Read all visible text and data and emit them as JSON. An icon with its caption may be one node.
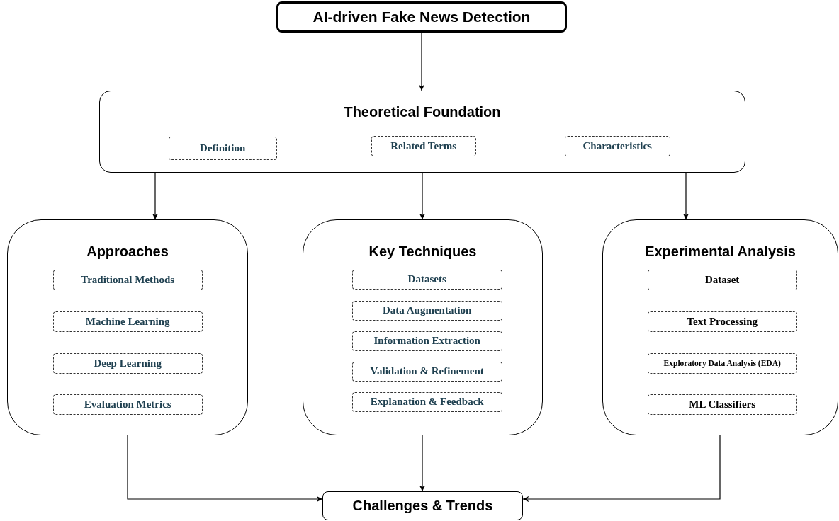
{
  "diagram": {
    "nodes": [
      {
        "text": [
          "AI-driven Fake News Detection"
        ]
      },
      {
        "text": [
          "Theoretical Foundation"
        ]
      },
      {
        "text": [
          "Definition"
        ],
        "in": 1
      },
      {
        "text": [
          "Related Terms"
        ],
        "in": 1
      },
      {
        "text": [
          "Characteristics"
        ],
        "in": 1
      },
      {
        "text": [
          "Approaches"
        ]
      },
      {
        "text": [
          "Traditional Methods"
        ],
        "in": 5
      },
      {
        "text": [
          "Machine Learning"
        ],
        "in": 5
      },
      {
        "text": [
          "Deep Learning"
        ],
        "in": 5
      },
      {
        "text": [
          "Evaluation Metrics"
        ],
        "in": 5
      },
      {
        "text": [
          "Key Techniques"
        ]
      },
      {
        "text": [
          "Datasets"
        ],
        "in": 10
      },
      {
        "text": [
          "Data Augmentation"
        ],
        "in": 10
      },
      {
        "text": [
          "Information Extraction"
        ],
        "in": 10
      },
      {
        "text": [
          "Validation & Refinement"
        ],
        "in": 10
      },
      {
        "text": [
          "Explanation & Feedback"
        ],
        "in": 10
      },
      {
        "text": [
          "Experimental Analysis"
        ]
      },
      {
        "text": [
          "Dataset"
        ],
        "in": 16
      },
      {
        "text": [
          "Text Processing"
        ],
        "in": 16
      },
      {
        "text": [
          "Exploratory Data Analysis (EDA)"
        ],
        "in": 16
      },
      {
        "text": [
          "ML Classifiers"
        ],
        "in": 16
      },
      {
        "text": [
          "Challenges & Trends"
        ]
      }
    ],
    "edges": [
      {
        "from": 0,
        "to": 1,
        "arrow": "to"
      },
      {
        "from": 1,
        "to": 5,
        "arrow": "to"
      },
      {
        "from": 1,
        "to": 10,
        "arrow": "to"
      },
      {
        "from": 1,
        "to": 16,
        "arrow": "to"
      },
      {
        "from": 5,
        "to": 21,
        "arrow": "to"
      },
      {
        "from": 10,
        "to": 21,
        "arrow": "to"
      },
      {
        "from": 16,
        "to": 21,
        "arrow": "to"
      }
    ]
  }
}
